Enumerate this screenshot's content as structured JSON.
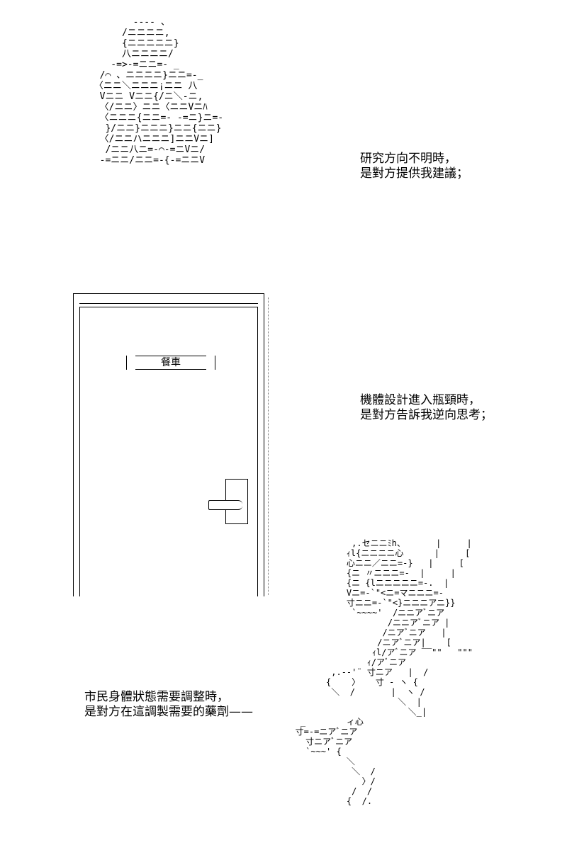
{
  "captions": {
    "caption_1_line_1": "研究方向不明時，",
    "caption_1_line_2": "是對方提供我建議；",
    "caption_2_line_1": "機體設計進入瓶頸時，",
    "caption_2_line_2": "是對方告訴我逆向思考；",
    "caption_3_line_1": "市民身體狀態需要調整時，",
    "caption_3_line_2": "是對方在這調製需要的藥劑——"
  },
  "door": {
    "sign_label": "餐車"
  },
  "art": {
    "top_figure": "        ---- 、\n      /ニニニニ,\n      {ニニニニニ}\n      八ニニニニ/\n    -=>-=ニニ=- _\n  /⌒ 、ニニニニ}ニニ=-_\n 〈ニニ＼ニニニ¡ニニ 八\n  Vニニ Vニニ{/ニ＼-ニ,\n  〈/ニニ〉ニニ〈ニニVニﾊ\n  〈ニニニ{ニニ=- -=ニ}ニ=-\n   }/ニニ}ニニニ}ニニ{ニニ}\n  〈/ニニハニニニ]ニニVニ]\n   /ニニ八ニ=-⌒-=ニVニ/\n  -=ニニ/ニニ=-{-=ニニV",
    "bottom_figure": "              ,.セニニﾐh、      |     |\n             ｨl{ニニニニ心      |     [\n             心ニニ／ニニ=-}   |     [\n             {ニ 〃ニニニ=-  |     |\n             {ニ {lニニニニニ=-.  |\n             Vニ=-`\"<ニ=マニニニ=-\n             寸ニニ=-`\"<}ニニニアニ}}\n              `~~~~'  /ニニアﾞニア\n                     /ニニアﾞニア |\n                    /ニアﾞニア   |\n                   /ニアﾞニア|    [\n                  ｨl/アﾞニア ‾‾\"\"   \"\"\"\n                 ｨ/アﾞニア\n          ,.-‐'¨ 寸ニア   |  /\n         {    〉   寸 - ヽ {\n          ＼  /       |  ヽ /\n                       ＼  |\n                         ＼_|\n    _        ィ心\n   寸=-=ニアﾞニア\n     寸ニアﾞニア\n     `~~~' {\n             ＼\n              ＼  /\n                〉/\n              /  /\n             {  /."
  }
}
